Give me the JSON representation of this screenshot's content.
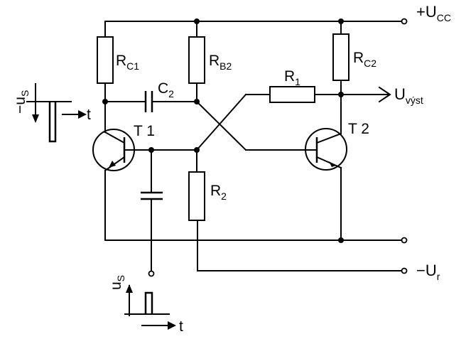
{
  "components": {
    "rc1": {
      "main": "R",
      "sub": "C1"
    },
    "rb2": {
      "main": "R",
      "sub": "B2"
    },
    "rc2": {
      "main": "R",
      "sub": "C2"
    },
    "r1": {
      "main": "R",
      "sub": "1"
    },
    "r2": {
      "main": "R",
      "sub": "2"
    },
    "c2": {
      "main": "C",
      "sub": "2"
    },
    "t1": "T 1",
    "t2": "T 2"
  },
  "terminals": {
    "vcc": {
      "prefix": "+U",
      "sub": "CC"
    },
    "vout": {
      "prefix": "U",
      "sub": "výst"
    },
    "vr": {
      "prefix": "−U",
      "sub": "r"
    }
  },
  "pulses": {
    "top": {
      "main": "u",
      "sub": "S",
      "prefix": "−",
      "axis": "t"
    },
    "bottom": {
      "main": "u",
      "sub": "S",
      "axis": "t"
    }
  }
}
